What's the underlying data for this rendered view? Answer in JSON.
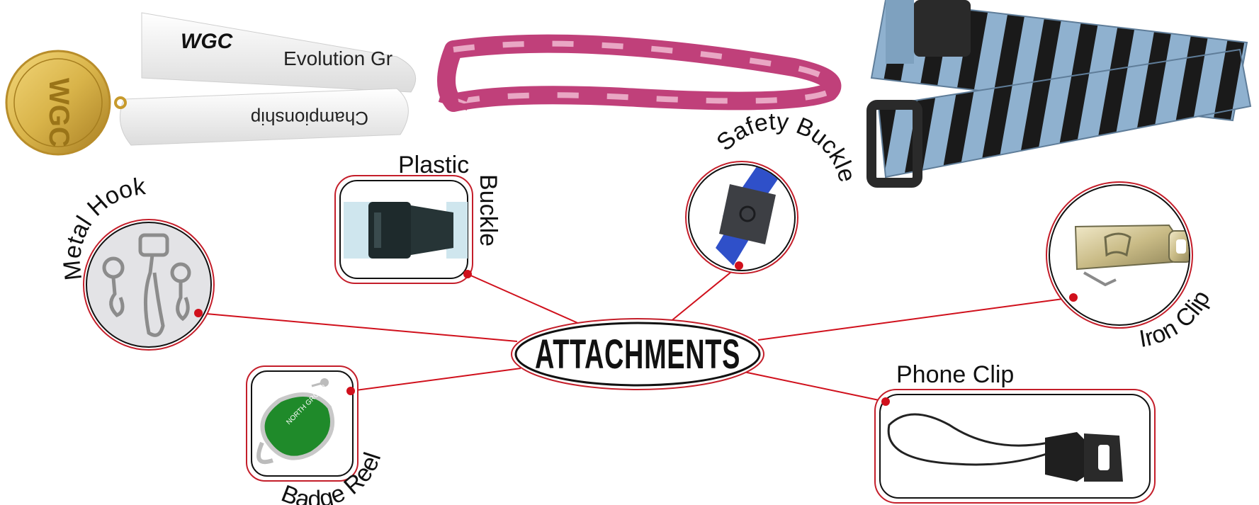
{
  "diagram": {
    "center": {
      "label": "ATTACHMENTS"
    },
    "items": [
      {
        "id": "metal-hook",
        "label": "Metal Hook"
      },
      {
        "id": "plastic-buckle",
        "label_line1": "Plastic",
        "label_line2": "Buckle"
      },
      {
        "id": "safety-buckle",
        "label": "Safety Buckle"
      },
      {
        "id": "iron-clip",
        "label": "Iron Clip"
      },
      {
        "id": "phone-clip",
        "label": "Phone Clip"
      },
      {
        "id": "badge-reel",
        "label": "Badge Reel"
      }
    ]
  },
  "products": {
    "medal_lanyard": {
      "logo": "WGC",
      "text_line1": "Evolution Gr",
      "text_line2": "Championship",
      "medal_logo": "WGC"
    },
    "badge_reel": {
      "printed_text": "NORTH GROUP"
    }
  },
  "colors": {
    "connector": "#d0101c",
    "frame_outer": "#c41e2a",
    "frame_inner": "#111111",
    "lanyard_pink": "#c0407a",
    "strap_blue": "#8fb1cf",
    "medal_gold": "#d9b44a"
  }
}
